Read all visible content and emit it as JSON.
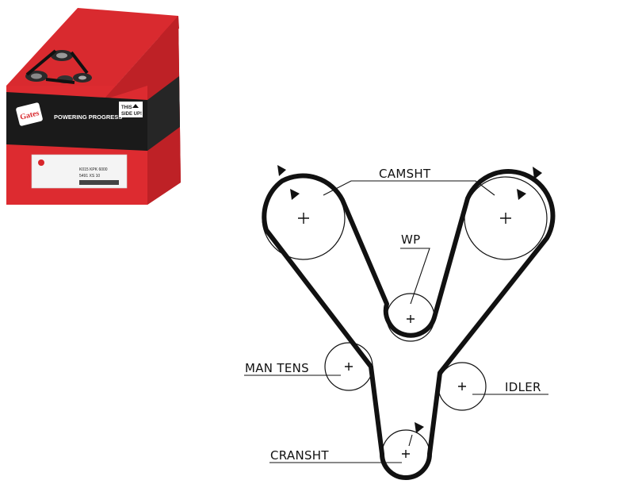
{
  "product_box": {
    "brand": "Gates",
    "tagline": "POWERING PROGRESS™",
    "side_note_line1": "THIS",
    "side_note_line2": "SIDE UP!",
    "label_line1": "K015 KPK 6000",
    "label_line2": "5491 XS 10",
    "colors": {
      "box_red": "#d8262b",
      "band_black": "#1a1a1a"
    }
  },
  "diagram": {
    "labels": {
      "camsht": "CAMSHT",
      "wp": "WP",
      "man_tens": "MAN TENS",
      "idler": "IDLER",
      "cransht": "CRANSHT"
    }
  }
}
